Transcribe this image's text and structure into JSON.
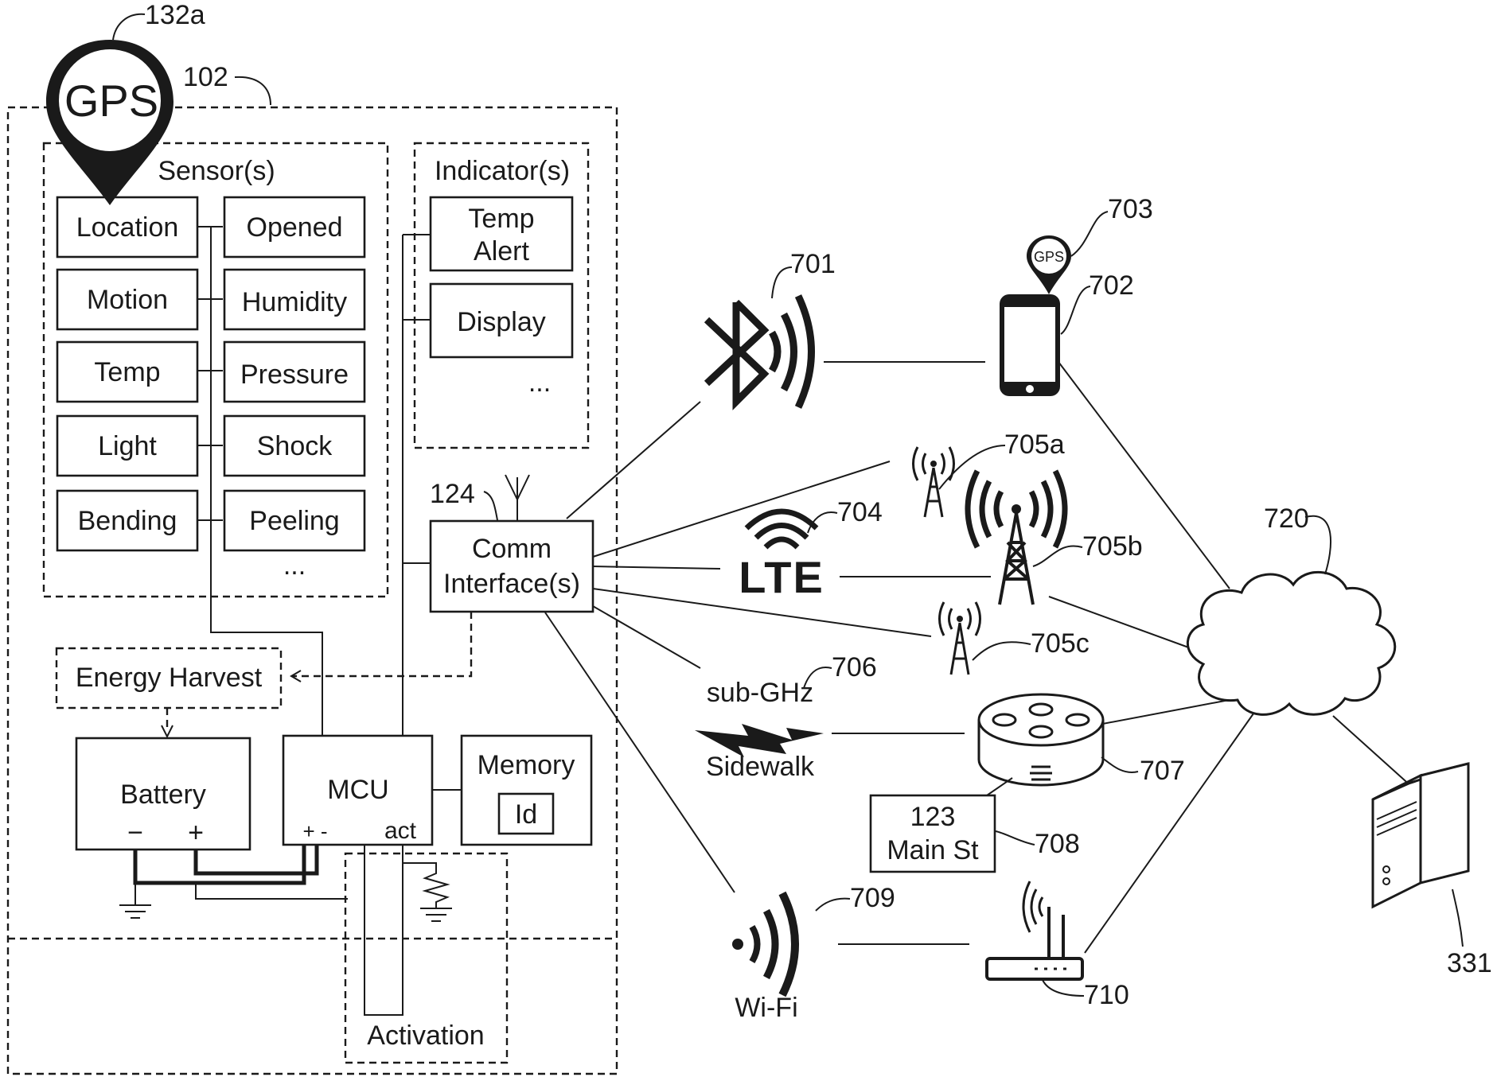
{
  "gps_pin": {
    "label": "GPS",
    "ref": "132a"
  },
  "device": {
    "ref": "102",
    "sensors": {
      "title": "Sensor(s)",
      "left": [
        "Location",
        "Motion",
        "Temp",
        "Light",
        "Bending"
      ],
      "right": [
        "Opened",
        "Humidity",
        "Pressure",
        "Shock",
        "Peeling"
      ],
      "more": "..."
    },
    "indicators": {
      "title": "Indicator(s)",
      "temp_alert": [
        "Temp",
        "Alert"
      ],
      "display": "Display",
      "more": "..."
    },
    "comm": {
      "ref": "124",
      "lines": [
        "Comm",
        "Interface(s)"
      ]
    },
    "energy_harvest": "Energy Harvest",
    "battery": {
      "label": "Battery",
      "minus": "−",
      "plus": "+"
    },
    "mcu": {
      "label": "MCU",
      "pins": "+ -",
      "act": "act"
    },
    "memory": {
      "label": "Memory",
      "id": "Id"
    },
    "activation": "Activation"
  },
  "network": {
    "bluetooth_ref": "701",
    "phone_ref": "702",
    "phone_gps": {
      "label": "GPS",
      "ref": "703"
    },
    "lte": {
      "label": "LTE",
      "ref": "704"
    },
    "towers": [
      "705a",
      "705b",
      "705c"
    ],
    "subghz": {
      "top": "sub-GHz",
      "bottom": "Sidewalk",
      "ref": "706"
    },
    "hub_ref": "707",
    "address": {
      "lines": [
        "123",
        "Main St"
      ],
      "ref": "708"
    },
    "wifi": {
      "label": "Wi-Fi",
      "ref": "709"
    },
    "router_ref": "710",
    "cloud_ref": "720",
    "server_ref": "331"
  }
}
